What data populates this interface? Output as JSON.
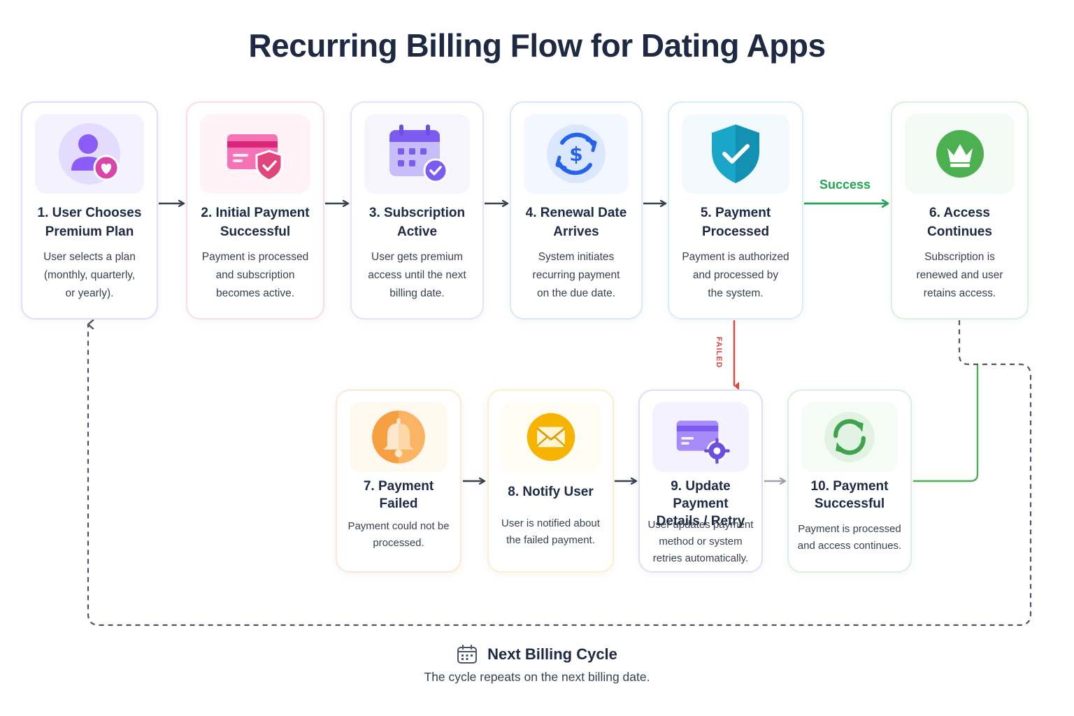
{
  "title": "Recurring Billing Flow for Dating Apps",
  "steps": [
    {
      "title": "1. User Chooses\nPremium Plan",
      "desc": "User selects a plan\n(monthly, quarterly,\nor yearly).",
      "icon": "user-heart-icon",
      "color": "#8b5cf6"
    },
    {
      "title": "2. Initial Payment\nSuccessful",
      "desc": "Payment is processed\nand subscription\nbecomes active.",
      "icon": "card-shield-icon",
      "color": "#ec4899"
    },
    {
      "title": "3. Subscription\nActive",
      "desc": "User gets premium\naccess until the next\nbilling date.",
      "icon": "calendar-check-icon",
      "color": "#7c5cf0"
    },
    {
      "title": "4. Renewal Date\nArrives",
      "desc": "System initiates\nrecurring payment\non the due date.",
      "icon": "dollar-cycle-icon",
      "color": "#3b82f6"
    },
    {
      "title": "5. Payment\nProcessed",
      "desc": "Payment is authorized\nand processed by\nthe system.",
      "icon": "shield-check-icon",
      "color": "#1aa6c9"
    },
    {
      "title": "6. Access\nContinues",
      "desc": "Subscription is\nrenewed and user\nretains access.",
      "icon": "crown-icon",
      "color": "#4caf50"
    },
    {
      "title": "7. Payment\nFailed",
      "desc": "Payment could not be\nprocessed.",
      "icon": "bell-icon",
      "color": "#f59e42"
    },
    {
      "title": "8. Notify User",
      "desc": "User is notified about\nthe failed payment.",
      "icon": "envelope-icon",
      "color": "#f6b300"
    },
    {
      "title": "9. Update Payment\nDetails / Retry",
      "desc": "User updates payment\nmethod or system\nretries automatically.",
      "icon": "card-gear-icon",
      "color": "#7c5cf0"
    },
    {
      "title": "10. Payment\nSuccessful",
      "desc": "Payment is processed\nand access continues.",
      "icon": "refresh-icon",
      "color": "#3fa34d"
    }
  ],
  "labels": {
    "success": "Success",
    "failed": "FAILED"
  },
  "footer": {
    "title": "Next Billing Cycle",
    "subtitle": "The cycle repeats on the next billing date.",
    "icon": "calendar-icon"
  }
}
